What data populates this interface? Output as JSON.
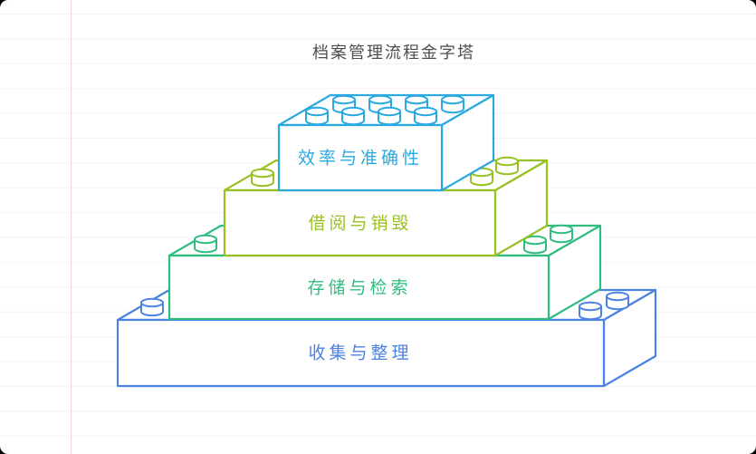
{
  "title": "档案管理流程金字塔",
  "title_color": "#4d4d4d",
  "pyramid": {
    "levels": [
      {
        "label": "效率与准确性",
        "color": "#29a9e0"
      },
      {
        "label": "借阅与销毁",
        "color": "#97c122"
      },
      {
        "label": "存储与检索",
        "color": "#2ebd7e"
      },
      {
        "label": "收集与整理",
        "color": "#4c82e0"
      }
    ]
  },
  "canvas": {
    "background_color": "#ffffff",
    "ruled_line_color": "#f4f4f4",
    "margin_line_color": "#f3d6d6",
    "corner_color": "#000000"
  }
}
